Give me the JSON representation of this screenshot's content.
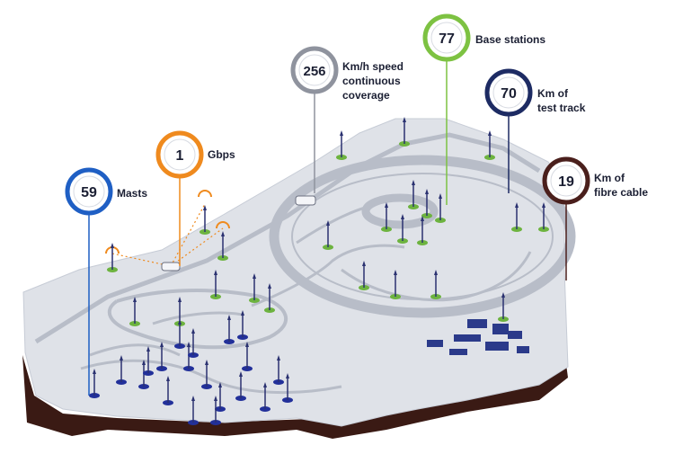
{
  "colors": {
    "masts": "#1f5fc4",
    "gbps": "#ef8a1e",
    "speed": "#8f939e",
    "base_stations": "#7dc242",
    "test_track": "#1d2b63",
    "fibre": "#4a1f1c",
    "land_top": "#dfe2e8",
    "land_side": "#3a1a14",
    "road": "#b8bdc8",
    "green_node": "#6db33f",
    "blue_node": "#22309a"
  },
  "stats": {
    "masts": {
      "value": "59",
      "label_lines": [
        "Masts"
      ]
    },
    "gbps": {
      "value": "1",
      "label_lines": [
        "Gbps"
      ]
    },
    "speed": {
      "value": "256",
      "label_lines": [
        "Km/h speed",
        "continuous",
        "coverage"
      ]
    },
    "base_stations": {
      "value": "77",
      "label_lines": [
        "Base stations"
      ]
    },
    "test_track": {
      "value": "70",
      "label_lines": [
        "Km of",
        "test track"
      ]
    },
    "fibre": {
      "value": "19",
      "label_lines": [
        "Km of",
        "fibre cable"
      ]
    }
  }
}
